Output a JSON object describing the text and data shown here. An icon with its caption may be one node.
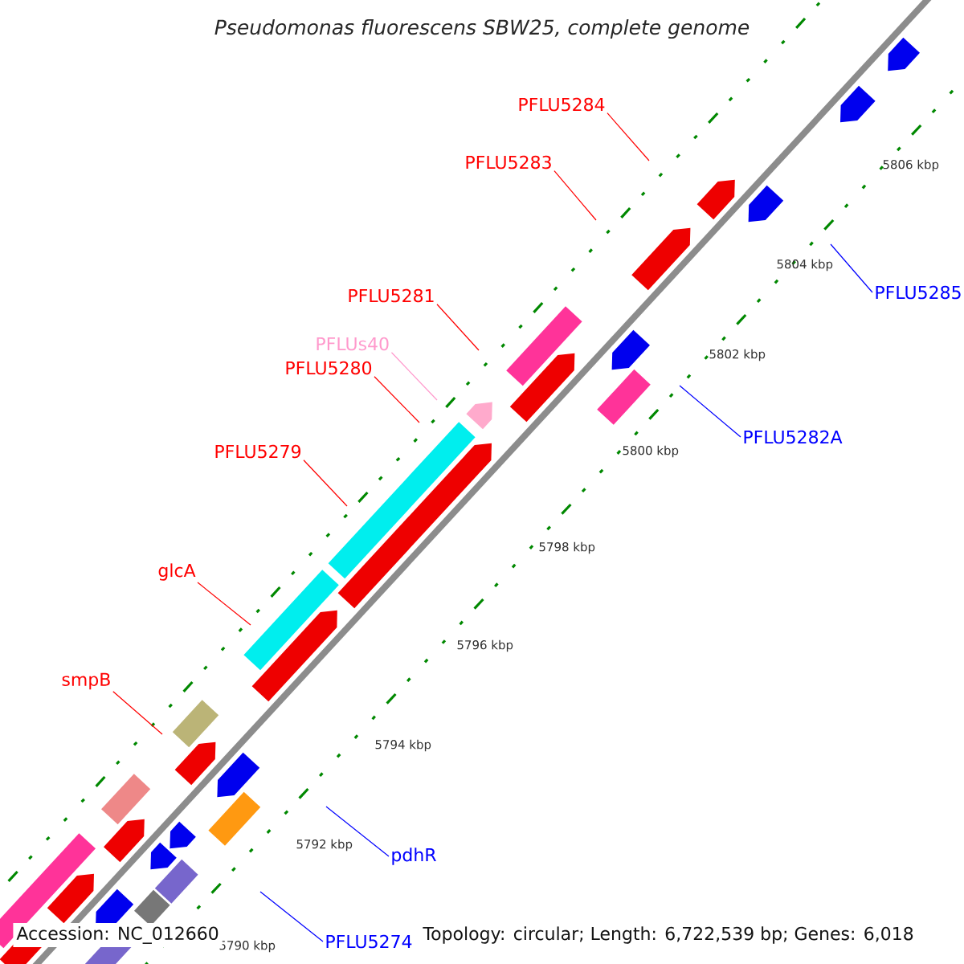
{
  "diagram": {
    "title": "Pseudomonas fluorescens SBW25, complete genome",
    "nodes": [
      {
        "text": [
          "PFLU5284"
        ]
      },
      {
        "text": [
          "PFLU5283"
        ]
      },
      {
        "text": [
          "PFLU5281"
        ]
      },
      {
        "text": [
          "PFLUs40"
        ]
      },
      {
        "text": [
          "PFLU5280"
        ]
      },
      {
        "text": [
          "PFLU5279"
        ]
      },
      {
        "text": [
          "glcA"
        ]
      },
      {
        "text": [
          "smpB"
        ]
      },
      {
        "text": [
          "PFLU5285"
        ]
      },
      {
        "text": [
          "PFLU5282A"
        ]
      },
      {
        "text": [
          "pdhR"
        ]
      },
      {
        "text": [
          "PFLU5274"
        ]
      }
    ],
    "edges": [
      {
        "from": 0,
        "to": null,
        "arrow": "none"
      },
      {
        "from": 1,
        "to": null,
        "arrow": "none"
      },
      {
        "from": 2,
        "to": null,
        "arrow": "none"
      },
      {
        "from": 3,
        "to": null,
        "arrow": "none",
        "color": "#ff99cc"
      },
      {
        "from": 4,
        "to": null,
        "arrow": "none"
      },
      {
        "from": 5,
        "to": null,
        "arrow": "none"
      },
      {
        "from": 6,
        "to": null,
        "arrow": "none"
      },
      {
        "from": 7,
        "to": null,
        "arrow": "none"
      },
      {
        "from": 8,
        "to": null,
        "arrow": "none",
        "color": "#0000ff"
      },
      {
        "from": 9,
        "to": null,
        "arrow": "none",
        "color": "#0000ff"
      },
      {
        "from": 10,
        "to": null,
        "arrow": "none",
        "color": "#0000ff"
      },
      {
        "from": 11,
        "to": null,
        "arrow": "none",
        "color": "#0000ff"
      }
    ],
    "labels": [
      "5806 kbp",
      "5804 kbp",
      "5802 kbp",
      "5800 kbp",
      "5798 kbp",
      "5796 kbp",
      "5794 kbp",
      "5792 kbp",
      "5790 kbp",
      "Accession: NC_012660",
      "Topology: circular; Length: 6,722,539 bp; Genes: 6,018"
    ]
  }
}
